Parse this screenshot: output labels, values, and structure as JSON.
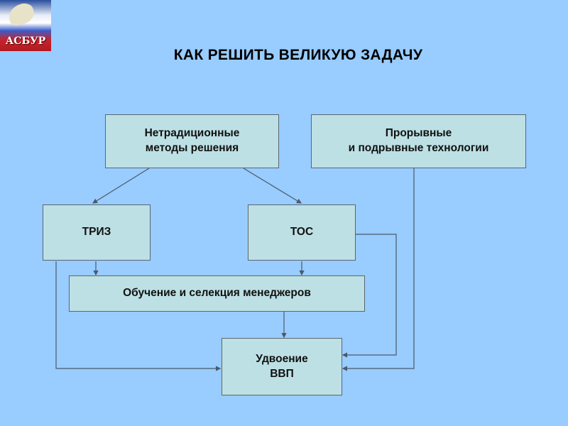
{
  "logo": {
    "text": "АСБУР"
  },
  "title": "КАК РЕШИТЬ ВЕЛИКУЮ ЗАДАЧУ",
  "nodes": {
    "nontraditional": {
      "line1": "Нетрадиционные",
      "line2": "методы решения"
    },
    "breakthrough": {
      "line1": "Прорывные",
      "line2": "и подрывные технологии"
    },
    "triz": "ТРИЗ",
    "toc": "ТОС",
    "training": "Обучение и селекция менеджеров",
    "gdp": {
      "line1": "Удвоение",
      "line2": "ВВП"
    }
  },
  "colors": {
    "background": "#99ccff",
    "box": "#bde0e4",
    "line": "#4a5a6a"
  }
}
